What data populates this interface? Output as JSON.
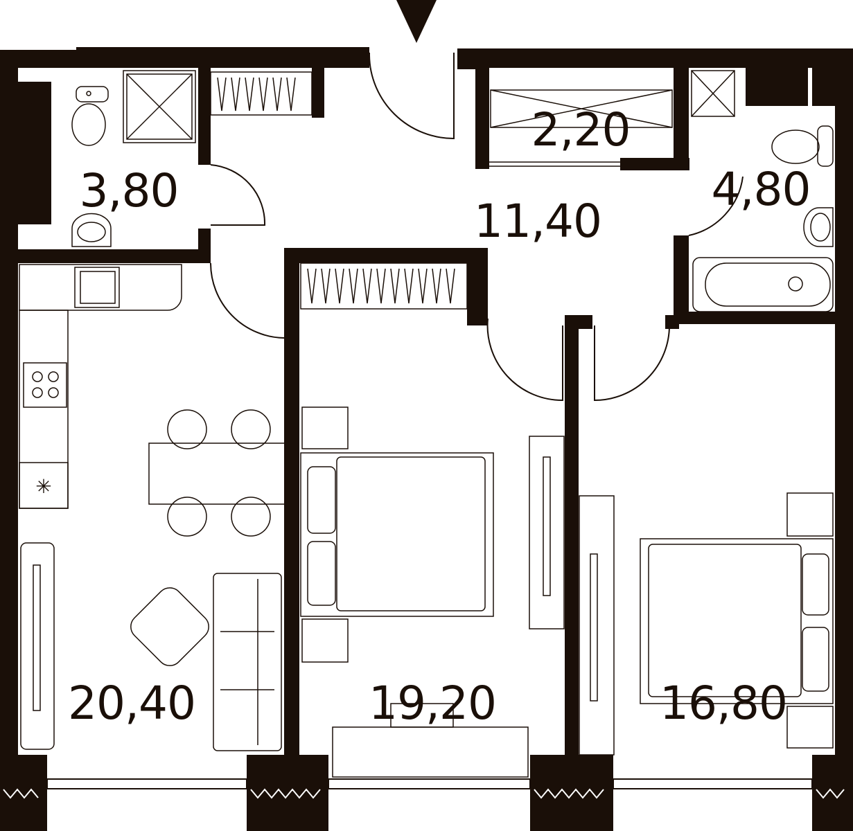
{
  "rooms": [
    {
      "id": "bathroom-1",
      "area": "3,80"
    },
    {
      "id": "storage",
      "area": "2,20"
    },
    {
      "id": "bathroom-2",
      "area": "4,80"
    },
    {
      "id": "hallway",
      "area": "11,40"
    },
    {
      "id": "kitchen-living",
      "area": "20,40"
    },
    {
      "id": "bedroom-1",
      "area": "19,20"
    },
    {
      "id": "bedroom-2",
      "area": "16,80"
    }
  ],
  "colors": {
    "wall": "#1a0f08",
    "background": "#ffffff"
  },
  "icons": [
    "entrance-arrow-icon",
    "toilet-icon",
    "sink-icon",
    "shower-icon",
    "bathtub-icon",
    "stove-icon",
    "bed-icon",
    "sofa-icon",
    "table-icon",
    "chair-icon",
    "wardrobe-icon"
  ]
}
